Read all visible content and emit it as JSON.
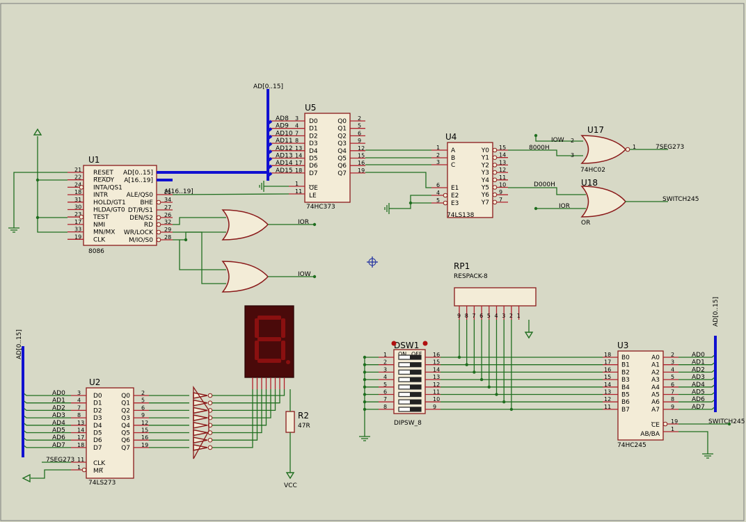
{
  "u1": {
    "ref": "U1",
    "part": "8086",
    "left": [
      "RESET",
      "READY",
      "INTA/QS1",
      "INTR",
      "HOLD/GT1",
      "HLDA/GT0",
      "TEST",
      "NMI",
      "MN/MX",
      "CLK"
    ],
    "left_nums": [
      "21",
      "22",
      "24",
      "18",
      "31",
      "30",
      "23",
      "17",
      "33",
      "19"
    ],
    "right": [
      "AD[0..15]",
      "A[16..19]",
      "ALE/QS0",
      "BHE",
      "DT/R/S1",
      "DEN/S2",
      "RD",
      "WR/LOCK",
      "M/IO/S0"
    ],
    "right_nums": [
      "",
      "",
      "25",
      "34",
      "27",
      "26",
      "32",
      "29",
      "28"
    ]
  },
  "u5": {
    "ref": "U5",
    "part": "74HC373",
    "din": [
      "D0",
      "D1",
      "D2",
      "D3",
      "D4",
      "D5",
      "D6",
      "D7"
    ],
    "dnums": [
      "3",
      "4",
      "7",
      "8",
      "13",
      "14",
      "17",
      "18"
    ],
    "qout": [
      "Q0",
      "Q1",
      "Q2",
      "Q3",
      "Q4",
      "Q5",
      "Q6",
      "Q7"
    ],
    "qnums": [
      "2",
      "5",
      "6",
      "9",
      "12",
      "15",
      "16",
      "19"
    ],
    "oe": "OE",
    "le": "LE",
    "oe_num": "1",
    "le_num": "11"
  },
  "u4": {
    "ref": "U4",
    "part": "74LS138",
    "ins": [
      "A",
      "B",
      "C",
      "E1",
      "E2",
      "E3"
    ],
    "in_nums": [
      "1",
      "2",
      "3",
      "6",
      "4",
      "5"
    ],
    "outs": [
      "Y0",
      "Y1",
      "Y2",
      "Y3",
      "Y4",
      "Y5",
      "Y6",
      "Y7"
    ],
    "out_nums": [
      "15",
      "14",
      "13",
      "12",
      "11",
      "10",
      "9",
      "7"
    ]
  },
  "u17": {
    "ref": "U17",
    "part": "74HC02",
    "p1": "2",
    "p2": "3",
    "out": "1",
    "net_in1": "IOW",
    "net_in2": "8000H",
    "net_out": "7SEG273"
  },
  "u18": {
    "ref": "U18",
    "part": "OR",
    "net_in1": "D000H",
    "net_in2": "IOR",
    "net_out": "SWITCH245"
  },
  "u2": {
    "ref": "U2",
    "part": "74LS273",
    "din": [
      "D0",
      "D1",
      "D2",
      "D3",
      "D4",
      "D5",
      "D6",
      "D7"
    ],
    "dnums": [
      "3",
      "4",
      "7",
      "8",
      "13",
      "14",
      "17",
      "18"
    ],
    "qout": [
      "Q0",
      "Q1",
      "Q2",
      "Q3",
      "Q4",
      "Q5",
      "Q6",
      "Q7"
    ],
    "qnums": [
      "2",
      "5",
      "6",
      "9",
      "12",
      "15",
      "16",
      "19"
    ],
    "clk": "CLK",
    "mr": "MR",
    "clk_num": "11",
    "mr_num": "1"
  },
  "u3": {
    "ref": "U3",
    "part": "74HC245",
    "bin": [
      "B0",
      "B1",
      "B2",
      "B3",
      "B4",
      "B5",
      "B6",
      "B7"
    ],
    "bnums": [
      "18",
      "17",
      "16",
      "15",
      "14",
      "13",
      "12",
      "11"
    ],
    "aout": [
      "A0",
      "A1",
      "A2",
      "A3",
      "A4",
      "A5",
      "A6",
      "A7"
    ],
    "anums": [
      "2",
      "3",
      "4",
      "5",
      "6",
      "7",
      "8",
      "9"
    ],
    "ce": "CE",
    "abba": "AB/BA",
    "ce_num": "19",
    "abba_num": "1"
  },
  "dsw": {
    "ref": "DSW1",
    "part": "DIPSW_8",
    "left_nums": [
      "1",
      "2",
      "3",
      "4",
      "5",
      "6",
      "7",
      "8"
    ],
    "right_nums": [
      "16",
      "15",
      "14",
      "13",
      "12",
      "11",
      "10",
      "9"
    ],
    "on": "ON",
    "off": "OFF"
  },
  "rp1": {
    "ref": "RP1",
    "part": "RESPACK-8",
    "pins": [
      "9",
      "8",
      "7",
      "6",
      "5",
      "4",
      "3",
      "2",
      "1"
    ]
  },
  "r2": {
    "ref": "R2",
    "value": "47R",
    "vcc": "VCC"
  },
  "nets": {
    "ad_bus": "AD[0..15]",
    "a_bus": "A[16..19]",
    "ad_hi": [
      "AD8",
      "AD9",
      "AD10",
      "AD11",
      "AD12",
      "AD13",
      "AD14",
      "AD15"
    ],
    "ad_lo": [
      "AD0",
      "AD1",
      "AD2",
      "AD3",
      "AD4",
      "AD5",
      "AD6",
      "AD7"
    ],
    "ior": "IOR",
    "iow": "IOW",
    "seg": "7SEG273",
    "sw": "SWITCH245"
  },
  "colors": {
    "wire": "#1f6e1f",
    "bus": "#1010d0",
    "pin": "#b0202a",
    "body": "#f3ecd7",
    "background": "#d7d9c6",
    "display": "#4a0a0a",
    "segment": "#8a1010"
  }
}
